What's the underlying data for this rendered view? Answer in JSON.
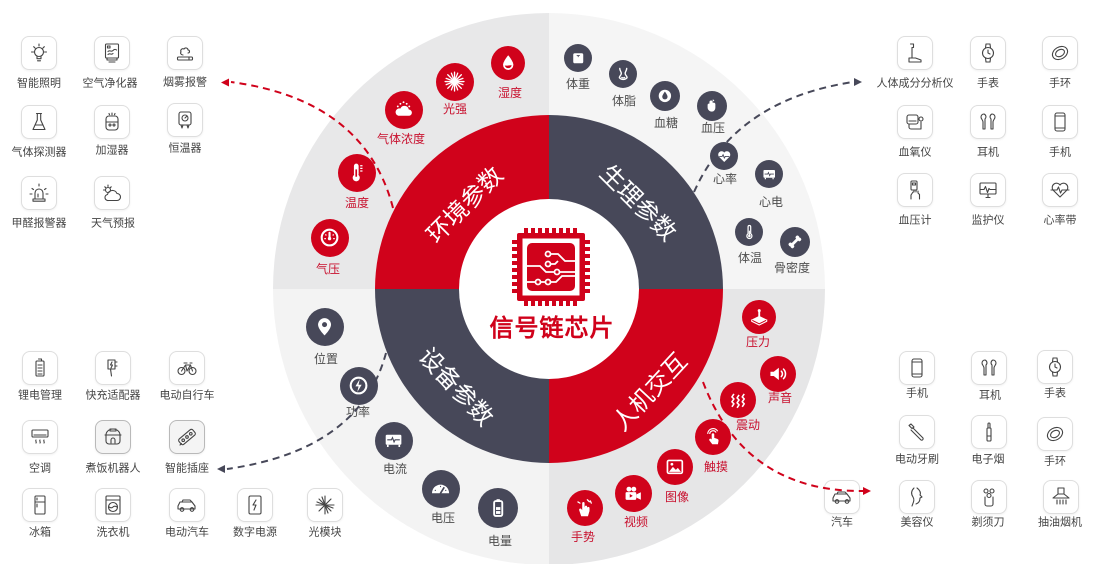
{
  "diagram": {
    "title": "信号链芯片",
    "center_icon": "chip-icon"
  },
  "colors": {
    "red": "#d0021b",
    "dark": "#474859",
    "outer_top_left": "#e8e8e9",
    "outer_top_right": "#f5f5f5",
    "outer_bottom_left": "#f3f3f3",
    "outer_bottom_right": "#e6e6e7"
  },
  "quadrants": {
    "environment": {
      "title": "环境参数",
      "color": "red",
      "items": [
        {
          "label": "湿度",
          "icon": "water-drop-icon"
        },
        {
          "label": "光强",
          "icon": "light-burst-icon"
        },
        {
          "label": "气体浓度",
          "icon": "gas-cloud-icon"
        },
        {
          "label": "温度",
          "icon": "thermometer-icon"
        },
        {
          "label": "气压",
          "icon": "pressure-gauge-icon"
        }
      ]
    },
    "physiology": {
      "title": "生理参数",
      "color": "dark",
      "items": [
        {
          "label": "体重",
          "icon": "weight-scale-icon"
        },
        {
          "label": "体脂",
          "icon": "body-fat-icon"
        },
        {
          "label": "血糖",
          "icon": "blood-sugar-icon"
        },
        {
          "label": "血压",
          "icon": "blood-pressure-icon"
        },
        {
          "label": "心率",
          "icon": "heart-rate-icon"
        },
        {
          "label": "心电",
          "icon": "ecg-monitor-icon"
        },
        {
          "label": "体温",
          "icon": "body-temperature-icon"
        },
        {
          "label": "骨密度",
          "icon": "bone-icon"
        }
      ]
    },
    "device": {
      "title": "设备参数",
      "color": "dark",
      "items": [
        {
          "label": "位置",
          "icon": "location-pin-icon"
        },
        {
          "label": "功率",
          "icon": "power-bolt-icon"
        },
        {
          "label": "电流",
          "icon": "current-meter-icon"
        },
        {
          "label": "电压",
          "icon": "voltage-gauge-icon"
        },
        {
          "label": "电量",
          "icon": "battery-icon"
        }
      ]
    },
    "interaction": {
      "title": "人机交互",
      "color": "red",
      "items": [
        {
          "label": "压力",
          "icon": "pressure-pad-icon"
        },
        {
          "label": "声音",
          "icon": "speaker-icon"
        },
        {
          "label": "震动",
          "icon": "vibration-icon"
        },
        {
          "label": "触摸",
          "icon": "touch-icon"
        },
        {
          "label": "图像",
          "icon": "image-icon"
        },
        {
          "label": "视频",
          "icon": "video-camera-icon"
        },
        {
          "label": "手势",
          "icon": "hand-gesture-icon"
        }
      ]
    }
  },
  "applications": {
    "environment": [
      {
        "label": "智能照明",
        "icon": "lightbulb-icon"
      },
      {
        "label": "空气净化器",
        "icon": "air-purifier-icon"
      },
      {
        "label": "烟雾报警",
        "icon": "smoke-alarm-icon"
      },
      {
        "label": "气体探测器",
        "icon": "flask-icon"
      },
      {
        "label": "加湿器",
        "icon": "humidifier-icon"
      },
      {
        "label": "恒温器",
        "icon": "thermostat-icon"
      },
      {
        "label": "甲醛报警器",
        "icon": "siren-icon"
      },
      {
        "label": "天气预报",
        "icon": "weather-icon"
      }
    ],
    "physiology": [
      {
        "label": "人体成分分析仪",
        "icon": "body-composition-scale-icon"
      },
      {
        "label": "手表",
        "icon": "watch-icon"
      },
      {
        "label": "手环",
        "icon": "fitness-band-icon"
      },
      {
        "label": "血氧仪",
        "icon": "oximeter-icon"
      },
      {
        "label": "耳机",
        "icon": "earbuds-icon"
      },
      {
        "label": "手机",
        "icon": "phone-icon"
      },
      {
        "label": "血压计",
        "icon": "blood-pressure-meter-icon"
      },
      {
        "label": "监护仪",
        "icon": "patient-monitor-icon"
      },
      {
        "label": "心率带",
        "icon": "heart-rate-strap-icon"
      }
    ],
    "device": [
      {
        "label": "锂电管理",
        "icon": "lithium-battery-icon"
      },
      {
        "label": "快充适配器",
        "icon": "fast-charger-icon"
      },
      {
        "label": "电动自行车",
        "icon": "e-bike-icon"
      },
      {
        "label": "空调",
        "icon": "air-conditioner-icon"
      },
      {
        "label": "煮饭机器人",
        "icon": "rice-cooker-icon"
      },
      {
        "label": "智能插座",
        "icon": "power-strip-icon"
      },
      {
        "label": "冰箱",
        "icon": "fridge-icon"
      },
      {
        "label": "洗衣机",
        "icon": "washing-machine-icon"
      },
      {
        "label": "电动汽车",
        "icon": "electric-car-icon"
      },
      {
        "label": "数字电源",
        "icon": "digital-power-icon"
      },
      {
        "label": "光模块",
        "icon": "optical-module-icon"
      }
    ],
    "interaction": [
      {
        "label": "手机",
        "icon": "phone-icon"
      },
      {
        "label": "耳机",
        "icon": "earbuds-icon"
      },
      {
        "label": "手表",
        "icon": "watch-icon"
      },
      {
        "label": "电动牙刷",
        "icon": "electric-toothbrush-icon"
      },
      {
        "label": "电子烟",
        "icon": "e-cigarette-icon"
      },
      {
        "label": "手环",
        "icon": "fitness-band-icon"
      },
      {
        "label": "汽车",
        "icon": "car-icon"
      },
      {
        "label": "美容仪",
        "icon": "beauty-device-icon"
      },
      {
        "label": "剃须刀",
        "icon": "shaver-icon"
      },
      {
        "label": "抽油烟机",
        "icon": "range-hood-icon"
      }
    ]
  }
}
